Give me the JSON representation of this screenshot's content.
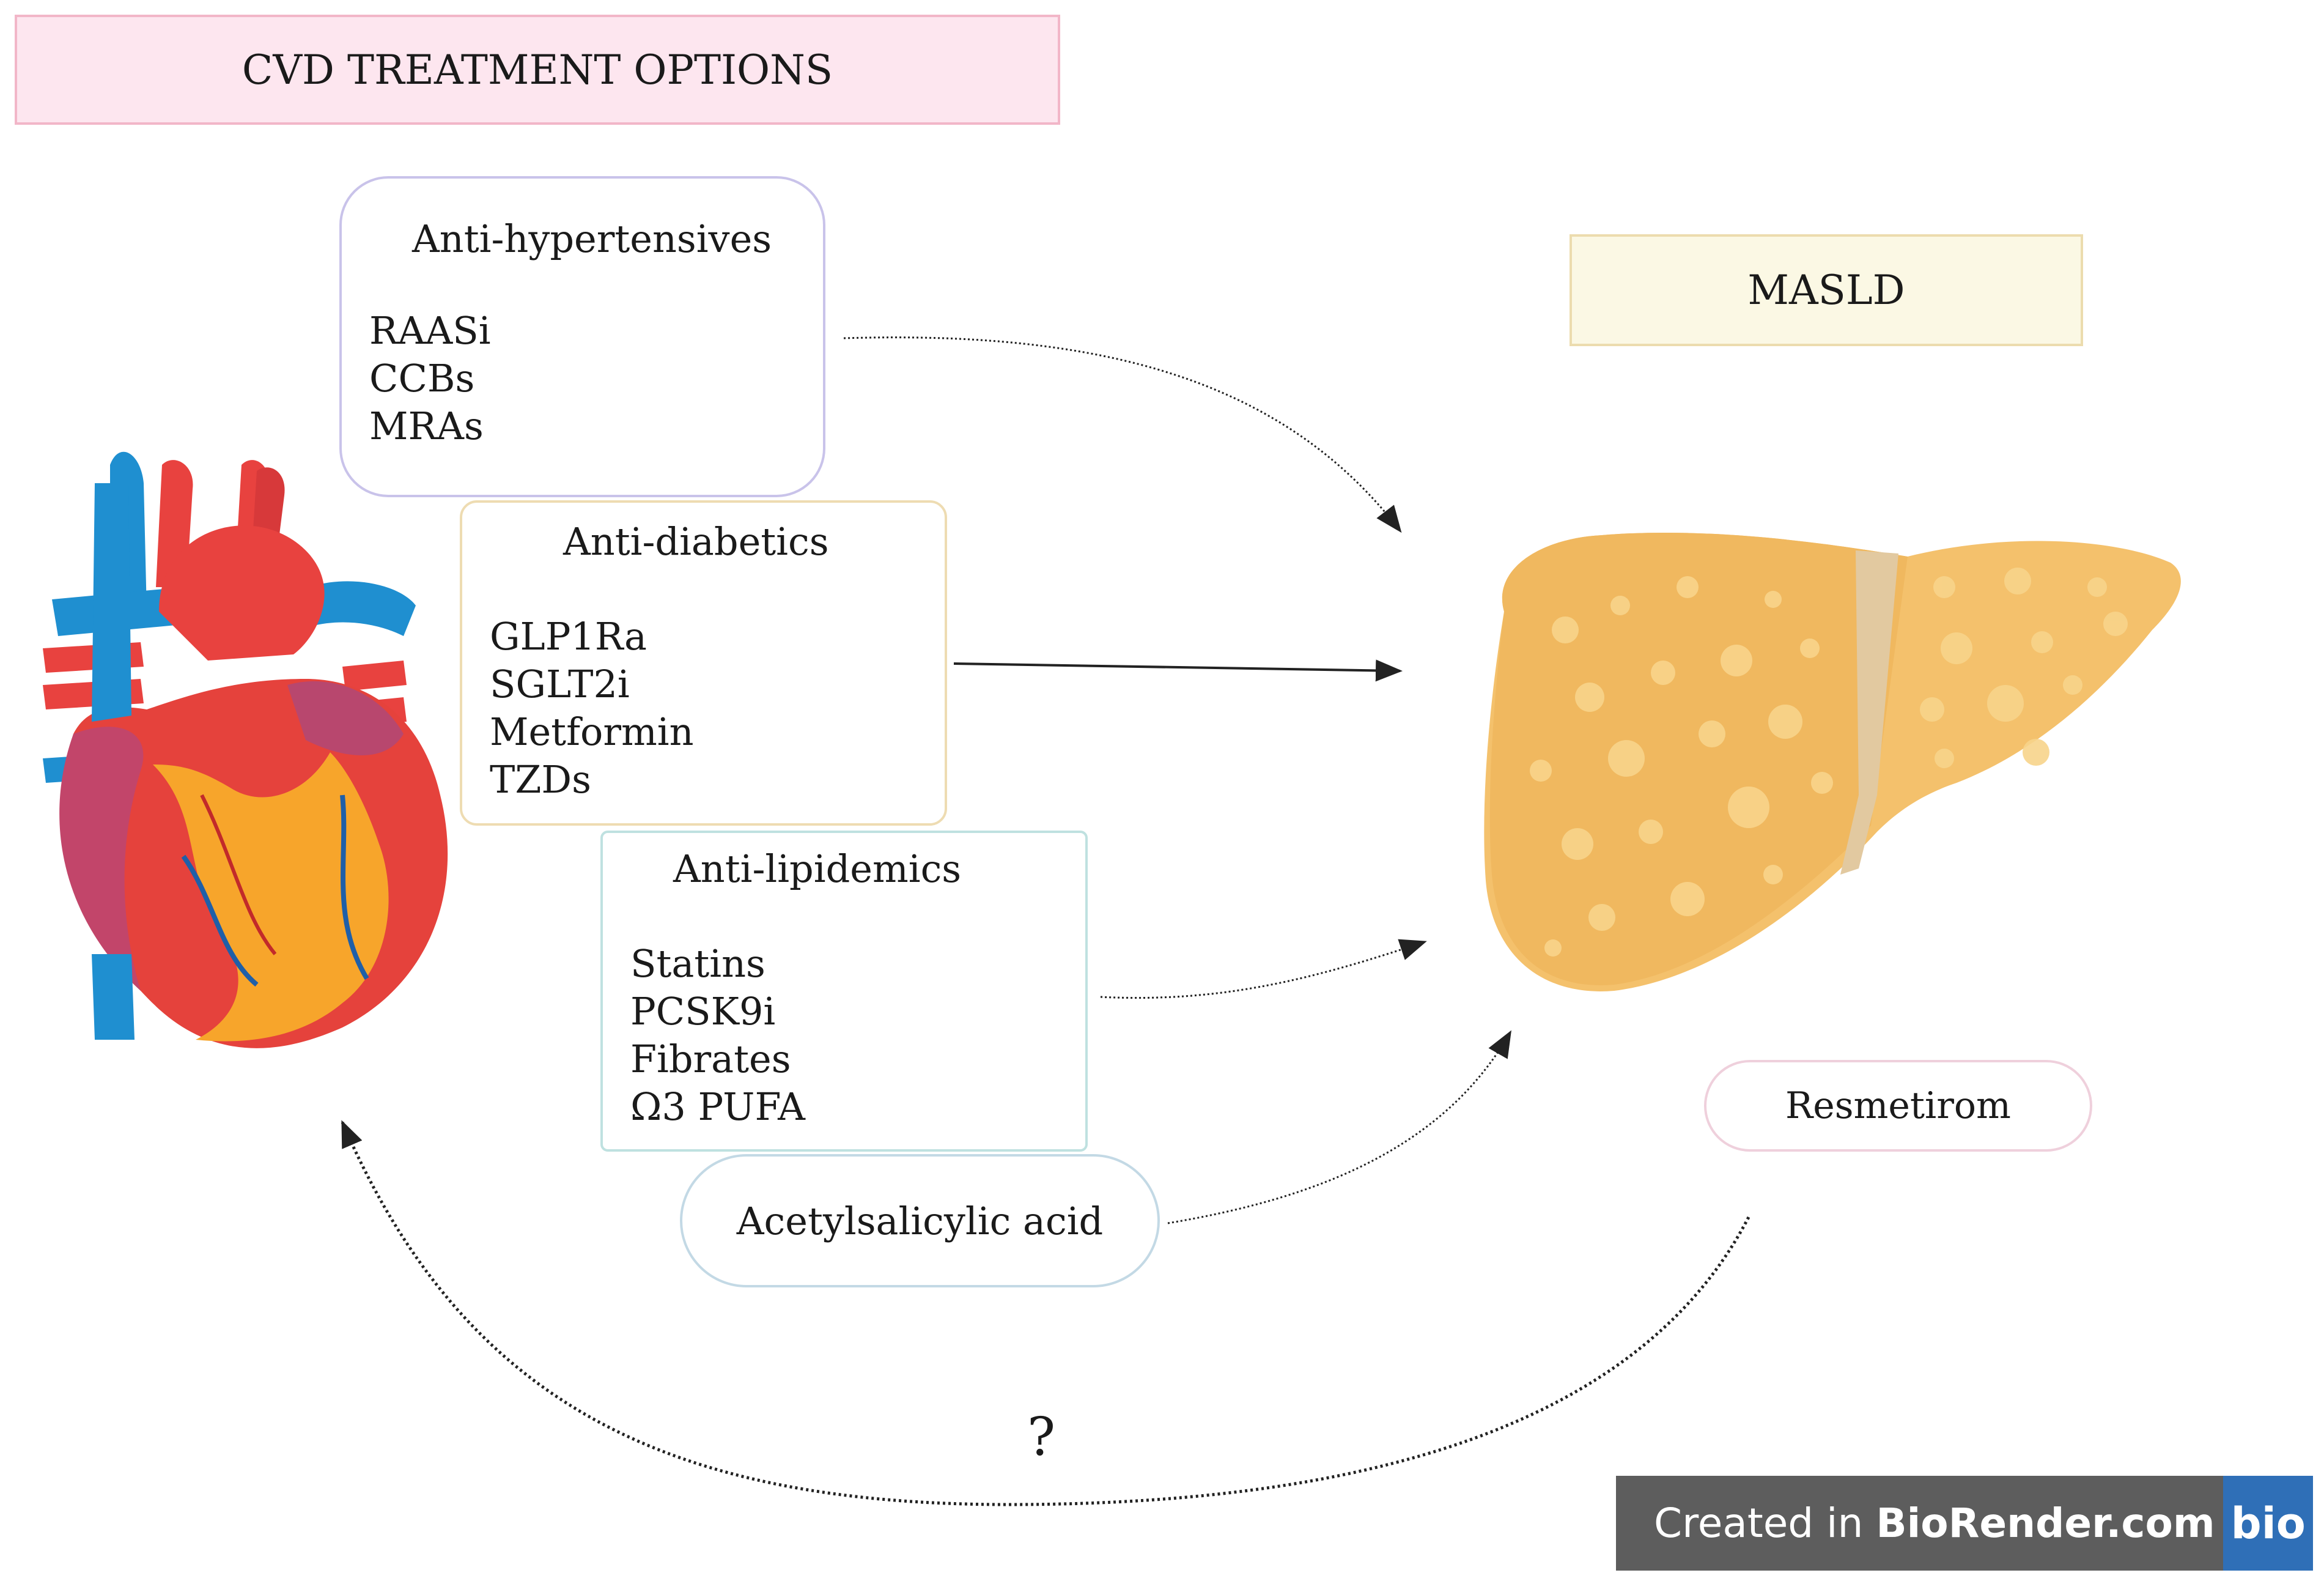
{
  "title": "CVD TREATMENT OPTIONS",
  "target_label": "MASLD",
  "groups": [
    {
      "header": "Anti-hypertensives",
      "items": [
        "RAASi",
        "CCBs",
        "MRAs"
      ]
    },
    {
      "header": "Anti-diabetics",
      "items": [
        "GLP1Ra",
        "SGLT2i",
        "Metformin",
        "TZDs"
      ]
    },
    {
      "header": "Anti-lipidemics",
      "items": [
        "Statins",
        "PCSK9i",
        "Fibrates",
        "Ω3 PUFA"
      ]
    }
  ],
  "single_drug": "Acetylsalicylic acid",
  "liver_drug": "Resmetirom",
  "question_mark": "?",
  "badge": {
    "prefix": "Created in ",
    "brand": "BioRender.com",
    "logo": "bio"
  },
  "icons": {
    "heart": "heart-illustration",
    "liver": "liver-illustration"
  },
  "colors": {
    "title_bg": "#fde6ef",
    "masld_bg": "#fbf8e4",
    "liver": "#f4c16c",
    "heart_red": "#e8423f",
    "vessel_blue": "#1f8fd0"
  }
}
